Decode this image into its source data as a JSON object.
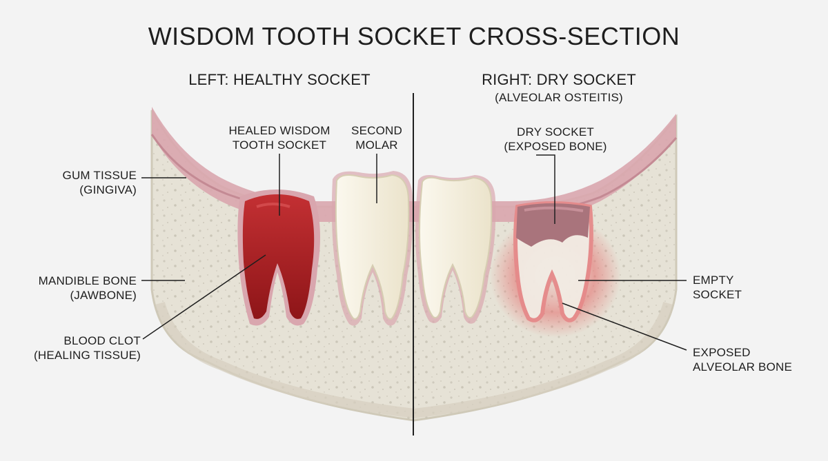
{
  "title": "WISDOM TOOTH SOCKET CROSS-SECTION",
  "left_panel": {
    "title": "LEFT: HEALTHY SOCKET",
    "labels": {
      "gum": [
        "GUM TISSUE",
        "(GINGIVA)"
      ],
      "bone": [
        "MANDIBLE BONE",
        "(JAWBONE)"
      ],
      "clot": [
        "BLOOD CLOT",
        "(HEALING TISSUE)"
      ],
      "healed": [
        "HEALED WISDOM",
        "TOOTH SOCKET"
      ],
      "molar": [
        "SECOND",
        "MOLAR"
      ]
    }
  },
  "right_panel": {
    "title": "RIGHT: DRY SOCKET",
    "subtitle": "(ALVEOLAR OSTEITIS)",
    "labels": {
      "dry": [
        "DRY SOCKET",
        "(EXPOSED BONE)"
      ],
      "empty": [
        "EMPTY",
        "SOCKET"
      ],
      "exposed": [
        "EXPOSED",
        "ALVEOLAR BONE"
      ]
    }
  },
  "colors": {
    "background": "#f3f3f3",
    "bone": "#e6e2d6",
    "gum": "#d9a6ae",
    "clot": "#a31f22",
    "tooth": "#f3eedd",
    "inflammation": "#e46b6b",
    "line": "#1e1e1e"
  }
}
